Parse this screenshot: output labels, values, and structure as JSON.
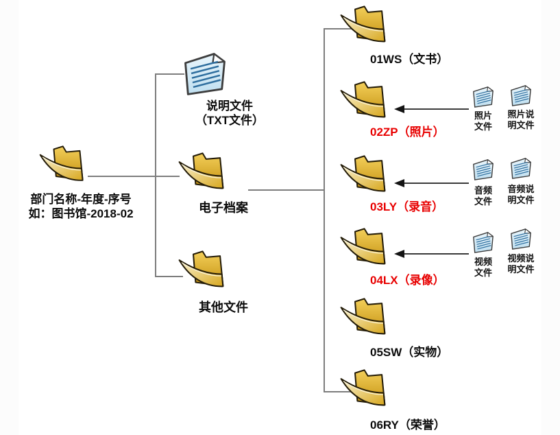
{
  "root": {
    "name_rule": "部门名称-年度-序号",
    "example": "如：图书馆-2018-02"
  },
  "level2": {
    "readme_doc": {
      "line1": "说明文件",
      "line2": "（TXT文件）"
    },
    "earchive_label": "电子档案",
    "other_label": "其他文件"
  },
  "folders": [
    {
      "label": "01WS（文书）"
    },
    {
      "label": "02ZP（照片）",
      "docs": [
        {
          "l1": "照片",
          "l2": "文件"
        },
        {
          "l1": "照片说",
          "l2": "明文件"
        }
      ]
    },
    {
      "label": "03LY（录音）",
      "docs": [
        {
          "l1": "音频",
          "l2": "文件"
        },
        {
          "l1": "音频说",
          "l2": "明文件"
        }
      ]
    },
    {
      "label": "04LX（录像）",
      "docs": [
        {
          "l1": "视频",
          "l2": "文件"
        },
        {
          "l1": "视频说",
          "l2": "明文件"
        }
      ]
    },
    {
      "label": "05SW（实物）"
    },
    {
      "label": "06RY（荣誉）"
    }
  ],
  "icons": {
    "folder": "open-folder-icon",
    "document": "document-icon"
  },
  "colors": {
    "highlight_red": "#e80000",
    "folder_gold": "#d8a81f",
    "doc_blue": "#cfe6f5",
    "line_gray": "#7d7d7d"
  }
}
